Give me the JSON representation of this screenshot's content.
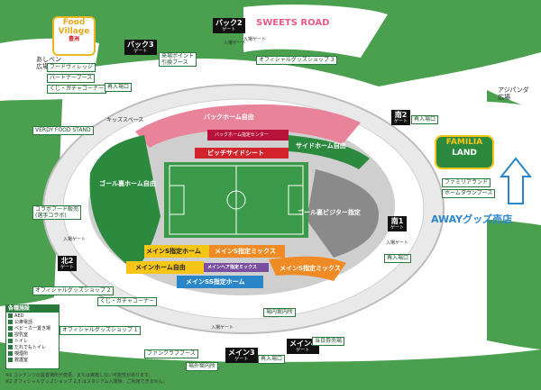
{
  "areas": {
    "ashiben": "あしベン\n広場",
    "ajipanda": "アジパンダ\n広場",
    "food_village_lines": [
      "Food",
      "Village"
    ],
    "food_village_sub": "豊洲",
    "sweets_road": "SWEETS ROAD",
    "familia_lines": [
      "FAMILIA",
      "LAND"
    ]
  },
  "gates": [
    {
      "id": "back3",
      "name": "バック3",
      "sub": "ゲート"
    },
    {
      "id": "back2",
      "name": "バック2",
      "sub": "ゲート"
    },
    {
      "id": "south2",
      "name": "南2",
      "sub": "ゲート"
    },
    {
      "id": "south1",
      "name": "南1",
      "sub": "ゲート"
    },
    {
      "id": "north2",
      "name": "北2",
      "sub": "ゲート"
    },
    {
      "id": "main3",
      "name": "メイン3",
      "sub": "ゲート"
    },
    {
      "id": "main4",
      "name": "メイン4",
      "sub": "ゲート"
    }
  ],
  "facilities": {
    "food_village": "フードヴィレッジ",
    "partner_booth": "パートナーブース",
    "kuji_gacha_1": "くじ・ガチャコーナー",
    "reentry_1": "再入場口",
    "entry_gate_1": "入場ゲート",
    "point_exchange": "来場ポイント\n引換ブース",
    "official_goods_3": "オフィシャルグッズショップ 3",
    "kids_space": "キッズスペース",
    "verdy_food_stand": "VERDY FOOD STAND",
    "back_center": "バックホーム指定センター",
    "collab_food": "コラボフード販売\n(選手コラボ)",
    "entry_gate_2": "入場ゲート",
    "official_goods_2": "オフィシャルグッズショップ 2",
    "kuji_gacha_2": "くじ・ガチャコーナー",
    "official_goods_1": "オフィシャルグッズショップ 1",
    "fan_club_booth": "ファンクラブブース",
    "entry_gate_3": "入場ゲート",
    "venue_guide": "場内案内所",
    "same_day_ticket": "当日券売場",
    "reentry_2": "再入場口",
    "venue_guide_2": "場外案内所",
    "reentry_3": "再入場口",
    "familia_land": "ファミリアランド",
    "home_town_booth": "ホームタウンブース",
    "entry_gate_4": "入場ゲート",
    "entry_gate_5": "入場ゲート",
    "reentry_4": "再入場口"
  },
  "zones": {
    "back_home_free": "バックホーム自由",
    "pitch_side": "ピッチサイドシート",
    "side_home_free": "サイドホーム自由",
    "goal_home_free": "ゴール裏ホーム自由",
    "goal_visitor": "ゴール裏ビジター指定",
    "main_s_home": "メインS指定ホーム",
    "main_s_mix": "メインS指定ミックス",
    "main_home_free": "メインホーム自由",
    "main_hair_mix": "メインヘア指定ミックス",
    "main_s_mix_2": "メインS指定ミックス",
    "main_ss_home": "メインSS指定ホーム"
  },
  "away_goods": "AWAYグッズ売店",
  "legend": {
    "title": "各種施設",
    "items": [
      "AED",
      "公衆電話",
      "ベビーカー置き場",
      "授乳室",
      "トイレ",
      "だれでもトイレ",
      "喫煙所",
      "救護室"
    ]
  },
  "notes": [
    "※1 コンテンツの設置場所が変更、または実施しない可能性があります。",
    "※2 オフィシャルグッズショップ 2,3 はスタジアム入場後、ご利用できません。"
  ],
  "colors": {
    "green": "#2b8a3e",
    "dark_green": "#1f6e30",
    "pink": "#e8839a",
    "red": "#d4242b",
    "gray": "#8a8a8a",
    "yellow": "#f5c518",
    "orange": "#f08a24",
    "purple": "#7a4ea0",
    "blue": "#2a86c8",
    "pitch": "#3a9a4a"
  }
}
